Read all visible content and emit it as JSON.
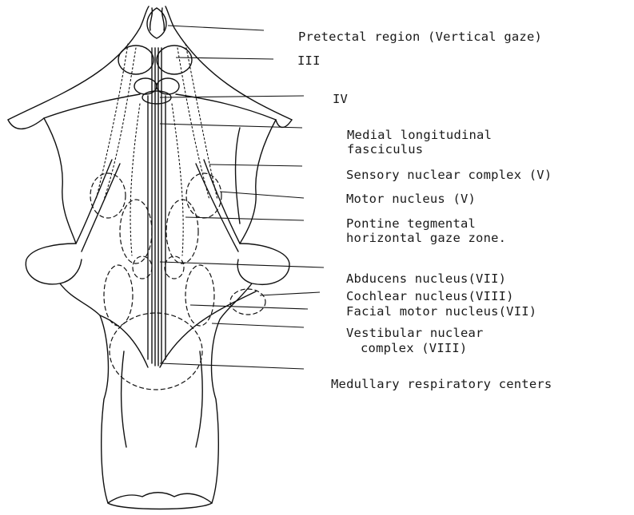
{
  "labels": {
    "pretectal": "Pretectal region (Vertical gaze)",
    "iii": "III",
    "iv": "IV",
    "mlf_1": "Medial longitudinal",
    "mlf_2": "fasciculus",
    "sensory": "Sensory nuclear complex (V)",
    "motor": "Motor nucleus (V)",
    "pontine_1": "Pontine tegmental",
    "pontine_2": "horizontal gaze zone.",
    "abducens": "Abducens nucleus(VII)",
    "cochlear": "Cochlear nucleus(VIII)",
    "facial": "Facial motor nucleus(VII)",
    "vestibular_1": "Vestibular nuclear",
    "vestibular_2": "complex (VIII)",
    "medullary": "Medullary respiratory centers"
  }
}
